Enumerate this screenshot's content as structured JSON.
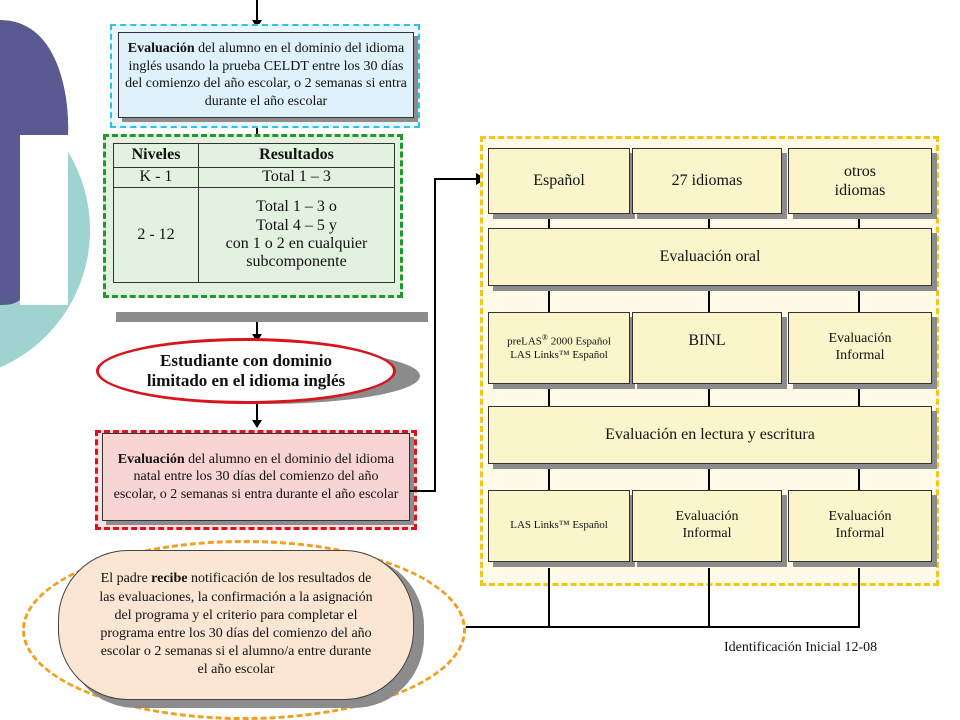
{
  "celdt_box": {
    "bold": "Evaluación",
    "rest": " del alumno en el dominio del idioma inglés usando la prueba CELDT entre los 30 días del comienzo del año escolar, o 2 semanas si entra durante el año escolar"
  },
  "levels_table": {
    "headers": [
      "Niveles",
      "Resultados"
    ],
    "rows": [
      {
        "level": "K - 1",
        "result_lines": [
          "Total 1 – 3"
        ]
      },
      {
        "level": "2 - 12",
        "result_lines": [
          "Total 1 – 3 o",
          "Total 4 – 5 y",
          "con 1 o 2 en cualquier",
          "subcomponente"
        ]
      }
    ]
  },
  "lep_oval": {
    "line1": "Estudiante con dominio",
    "line2": "limitado  en el idioma inglés"
  },
  "native_box": {
    "bold": "Evaluación",
    "rest": " del alumno en el dominio del idioma natal entre los 30 días del comienzo del año escolar, o 2 semanas si entra durante el año escolar"
  },
  "parent_box": {
    "pre": "El padre ",
    "bold": "recibe",
    "rest": " notificación de los resultados de las evaluaciones, la confirmación a la asignación del programa y el criterio para completar el programa entre los 30 días del comienzo del año escolar o 2 semanas si el alumno/a entre durante el año escolar"
  },
  "languages": [
    "Español",
    "27 idiomas",
    "otros idiomas"
  ],
  "oral": "Evaluación oral",
  "oral_tests": {
    "left_line1": "preLAS",
    "left_sup": "®",
    "left_line1_rest": " 2000 Español",
    "left_line2": "LAS Links™ Español",
    "middle": "BINL",
    "right": "Evaluación Informal"
  },
  "reading": "Evaluación en lectura y escritura",
  "reading_tests": [
    "LAS Links™ Español",
    "Evaluación Informal",
    "Evaluación Informal"
  ],
  "footer": "Identificación Inicial 12-08",
  "colors": {
    "cyan_dash": "#2ec0e8",
    "green_dash": "#1f9a2a",
    "red": "#d8141c",
    "orange_dash": "#f0a020",
    "yellow_dash": "#f5c518",
    "slide_purple": "#5a5a92",
    "slide_teal": "#9fd3d0"
  }
}
